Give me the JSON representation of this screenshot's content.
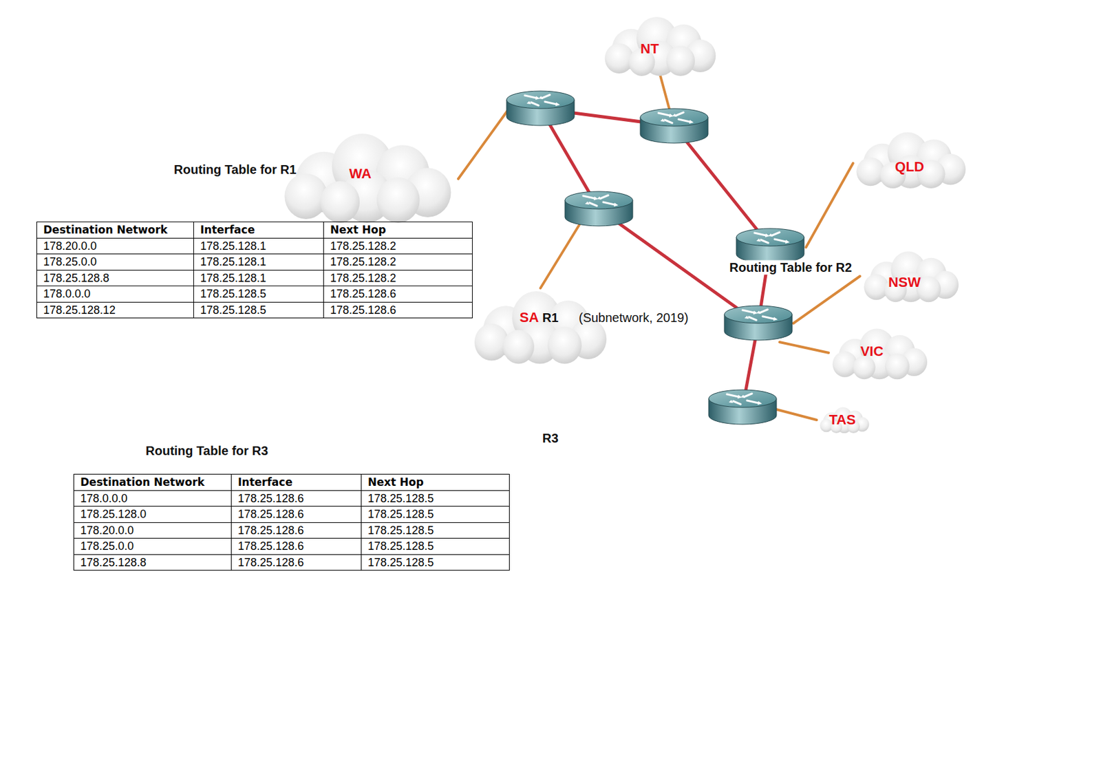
{
  "diagram": {
    "nodes": [
      {
        "text": [
          "NT"
        ]
      },
      {
        "text": [
          "WA"
        ]
      },
      {
        "text": [
          "QLD"
        ]
      },
      {
        "text": [
          "NSW"
        ]
      },
      {
        "text": [
          "SA"
        ]
      },
      {
        "text": [
          "VIC"
        ]
      },
      {
        "text": [
          "TAS"
        ]
      }
    ],
    "edges": [],
    "labels": [
      "Routing Table for R1",
      "Destination Network",
      "Interface",
      "Next Hop",
      "178.20.0.0",
      "178.25.128.1",
      "178.25.128.2",
      "178.25.0.0",
      "178.25.128.1",
      "178.25.128.2",
      "178.25.128.8",
      "178.25.128.1",
      "178.25.128.2",
      "178.0.0.0",
      "178.25.128.5",
      "178.25.128.6",
      "178.25.128.12",
      "178.25.128.5",
      "178.25.128.6",
      "Routing Table for R2",
      "R1",
      "(Subnetwork, 2019)",
      "R3",
      "Routing Table for R3",
      "Destination Network",
      "Interface",
      "Next Hop",
      "178.0.0.0",
      "178.25.128.6",
      "178.25.128.5",
      "178.25.128.0",
      "178.25.128.6",
      "178.25.128.5",
      "178.20.0.0",
      "178.25.128.6",
      "178.25.128.5",
      "178.25.0.0",
      "178.25.128.6",
      "178.25.128.5",
      "178.25.128.8",
      "178.25.128.6",
      "178.25.128.5"
    ]
  }
}
